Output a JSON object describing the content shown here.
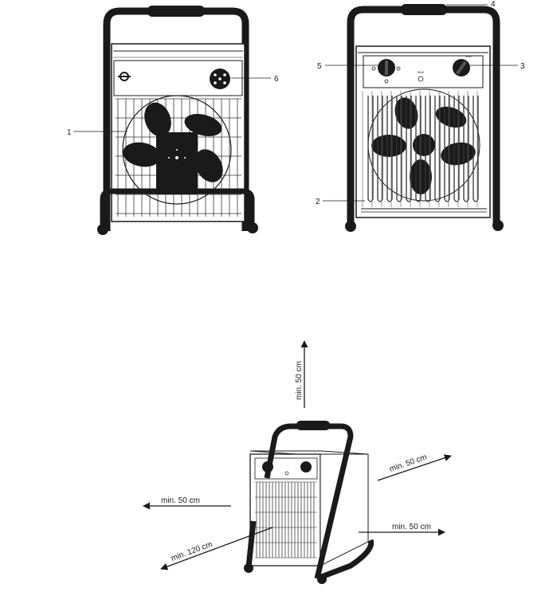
{
  "callouts": {
    "c1": "1",
    "c2": "2",
    "c3": "3",
    "c4": "4",
    "c5": "5",
    "c6": "6"
  },
  "clearances": {
    "top": "min. 50 cm",
    "left": "min. 50 cm",
    "right_upper": "min. 50 cm",
    "right_lower": "min. 50 cm",
    "front": "min. 120 cm"
  },
  "panel": {
    "power_label": "9kW",
    "max_label": "MAX"
  },
  "colors": {
    "ink": "#1a1a1a",
    "frame": "#222222",
    "grille": "#444444"
  }
}
